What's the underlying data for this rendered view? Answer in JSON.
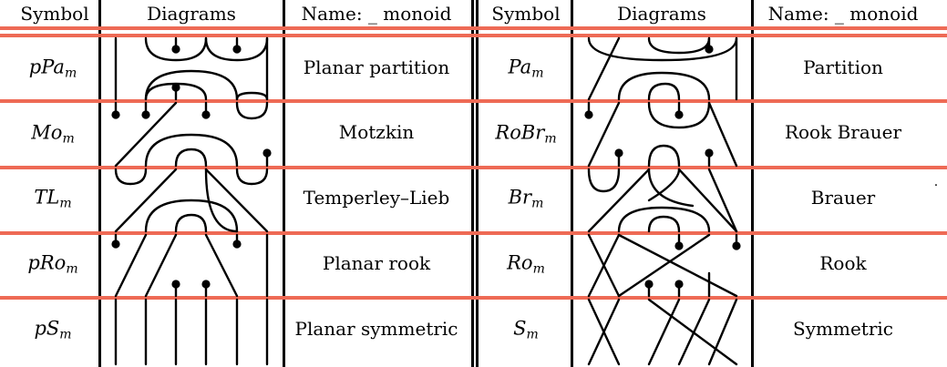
{
  "headers": {
    "symbol": "Symbol",
    "diagrams": "Diagrams",
    "name": "Name: _ monoid"
  },
  "rows_left": [
    {
      "symbol": {
        "base": "pPa",
        "sub": "m"
      },
      "name": "Planar partition"
    },
    {
      "symbol": {
        "base": "Mo",
        "sub": "m"
      },
      "name": "Motzkin"
    },
    {
      "symbol": {
        "base": "TL",
        "sub": "m"
      },
      "name": "Temperley–Lieb"
    },
    {
      "symbol": {
        "base": "pRo",
        "sub": "m"
      },
      "name": "Planar rook"
    },
    {
      "symbol": {
        "base": "pS",
        "sub": "m"
      },
      "name": "Planar symmetric"
    }
  ],
  "rows_right": [
    {
      "symbol": {
        "base": "Pa",
        "sub": "m"
      },
      "name": "Partition"
    },
    {
      "symbol": {
        "base": "RoBr",
        "sub": "m"
      },
      "name": "Rook Brauer"
    },
    {
      "symbol": {
        "base": "Br",
        "sub": "m"
      },
      "name": "Brauer"
    },
    {
      "symbol": {
        "base": "Ro",
        "sub": "m"
      },
      "name": "Rook"
    },
    {
      "symbol": {
        "base": "S",
        "sub": "m"
      },
      "name": "Symmetric"
    }
  ],
  "trailing_mark": ".",
  "colors": {
    "separator": "#ee6a55",
    "ink": "#000000"
  }
}
